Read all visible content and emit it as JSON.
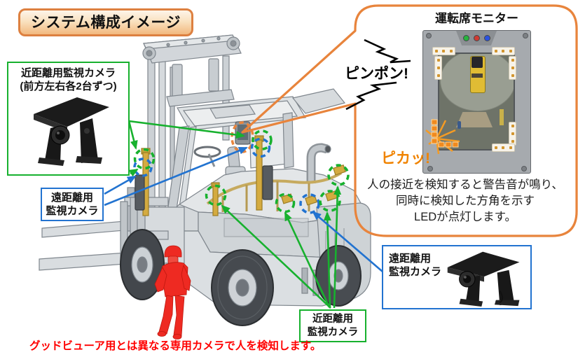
{
  "title": "システム構成イメージ",
  "colors": {
    "accent_orange": "#e8843c",
    "near_camera_green": "#17b12e",
    "far_camera_blue": "#2273d0",
    "alert_red": "#ff0000",
    "flash_orange": "#f08300",
    "title_box_border": "#dd8040"
  },
  "callouts": {
    "near_front": {
      "line1": "近距離用監視カメラ",
      "line2": "(前方左右各2台ずつ)"
    },
    "far_left": {
      "line1": "遠距離用",
      "line2": "監視カメラ"
    },
    "near_rear": {
      "line1": "近距離用",
      "line2": "監視カメラ"
    },
    "far_right": {
      "line1": "遠距離用",
      "line2": "監視カメラ"
    }
  },
  "monitor_panel": {
    "title": "運転席モニター",
    "chime": "ピンポン!",
    "flash": "ピカッ!",
    "description": [
      "人の接近を検知すると警告音が鳴り、",
      "同時に検知した方角を示す",
      "LEDが点灯します。"
    ]
  },
  "footnote": "グッドビューア用とは異なる専用カメラで人を検知します。",
  "markers": {
    "near_camera_marker_color": "green",
    "far_camera_marker_color": "blue",
    "driver_monitor_marker_color": "orange"
  }
}
